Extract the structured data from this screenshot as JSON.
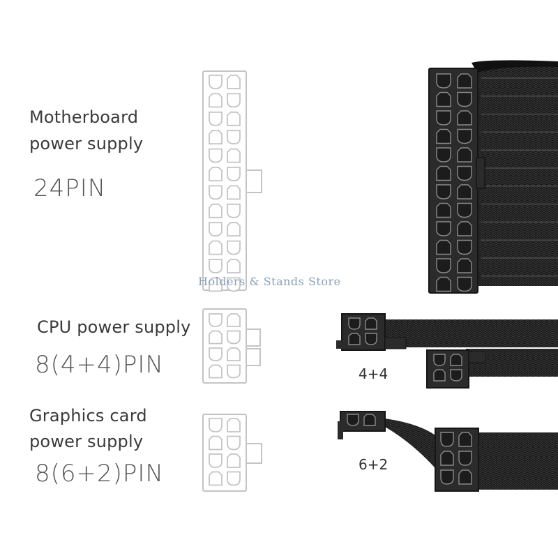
{
  "sections": [
    {
      "line1": "Motherboard",
      "line2": "power supply",
      "pins": "24PIN"
    },
    {
      "line1": "CPU power supply",
      "line2": "",
      "pins": "8(4+4)PIN",
      "cable_label": "4+4"
    },
    {
      "line1": "Graphics card",
      "line2": "power supply",
      "pins": "8(6+2)PIN",
      "cable_label": "6+2"
    }
  ],
  "watermark": "Holders & Stands Store",
  "colors": {
    "outline": "#bfbfbf",
    "cable": "#1c1c1c",
    "connector": "#2a2a2a"
  }
}
